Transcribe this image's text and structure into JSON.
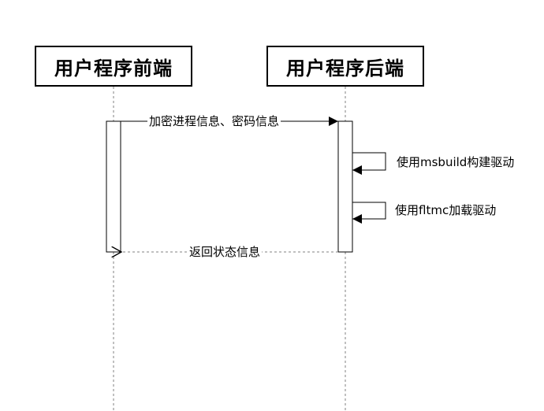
{
  "participants": {
    "frontend": "用户程序前端",
    "backend": "用户程序后端"
  },
  "messages": {
    "encrypt": "加密进程信息、密码信息",
    "build_driver": "使用msbuild构建驱动",
    "load_driver": "使用fltmc加载驱动",
    "return_status": "返回状态信息"
  }
}
